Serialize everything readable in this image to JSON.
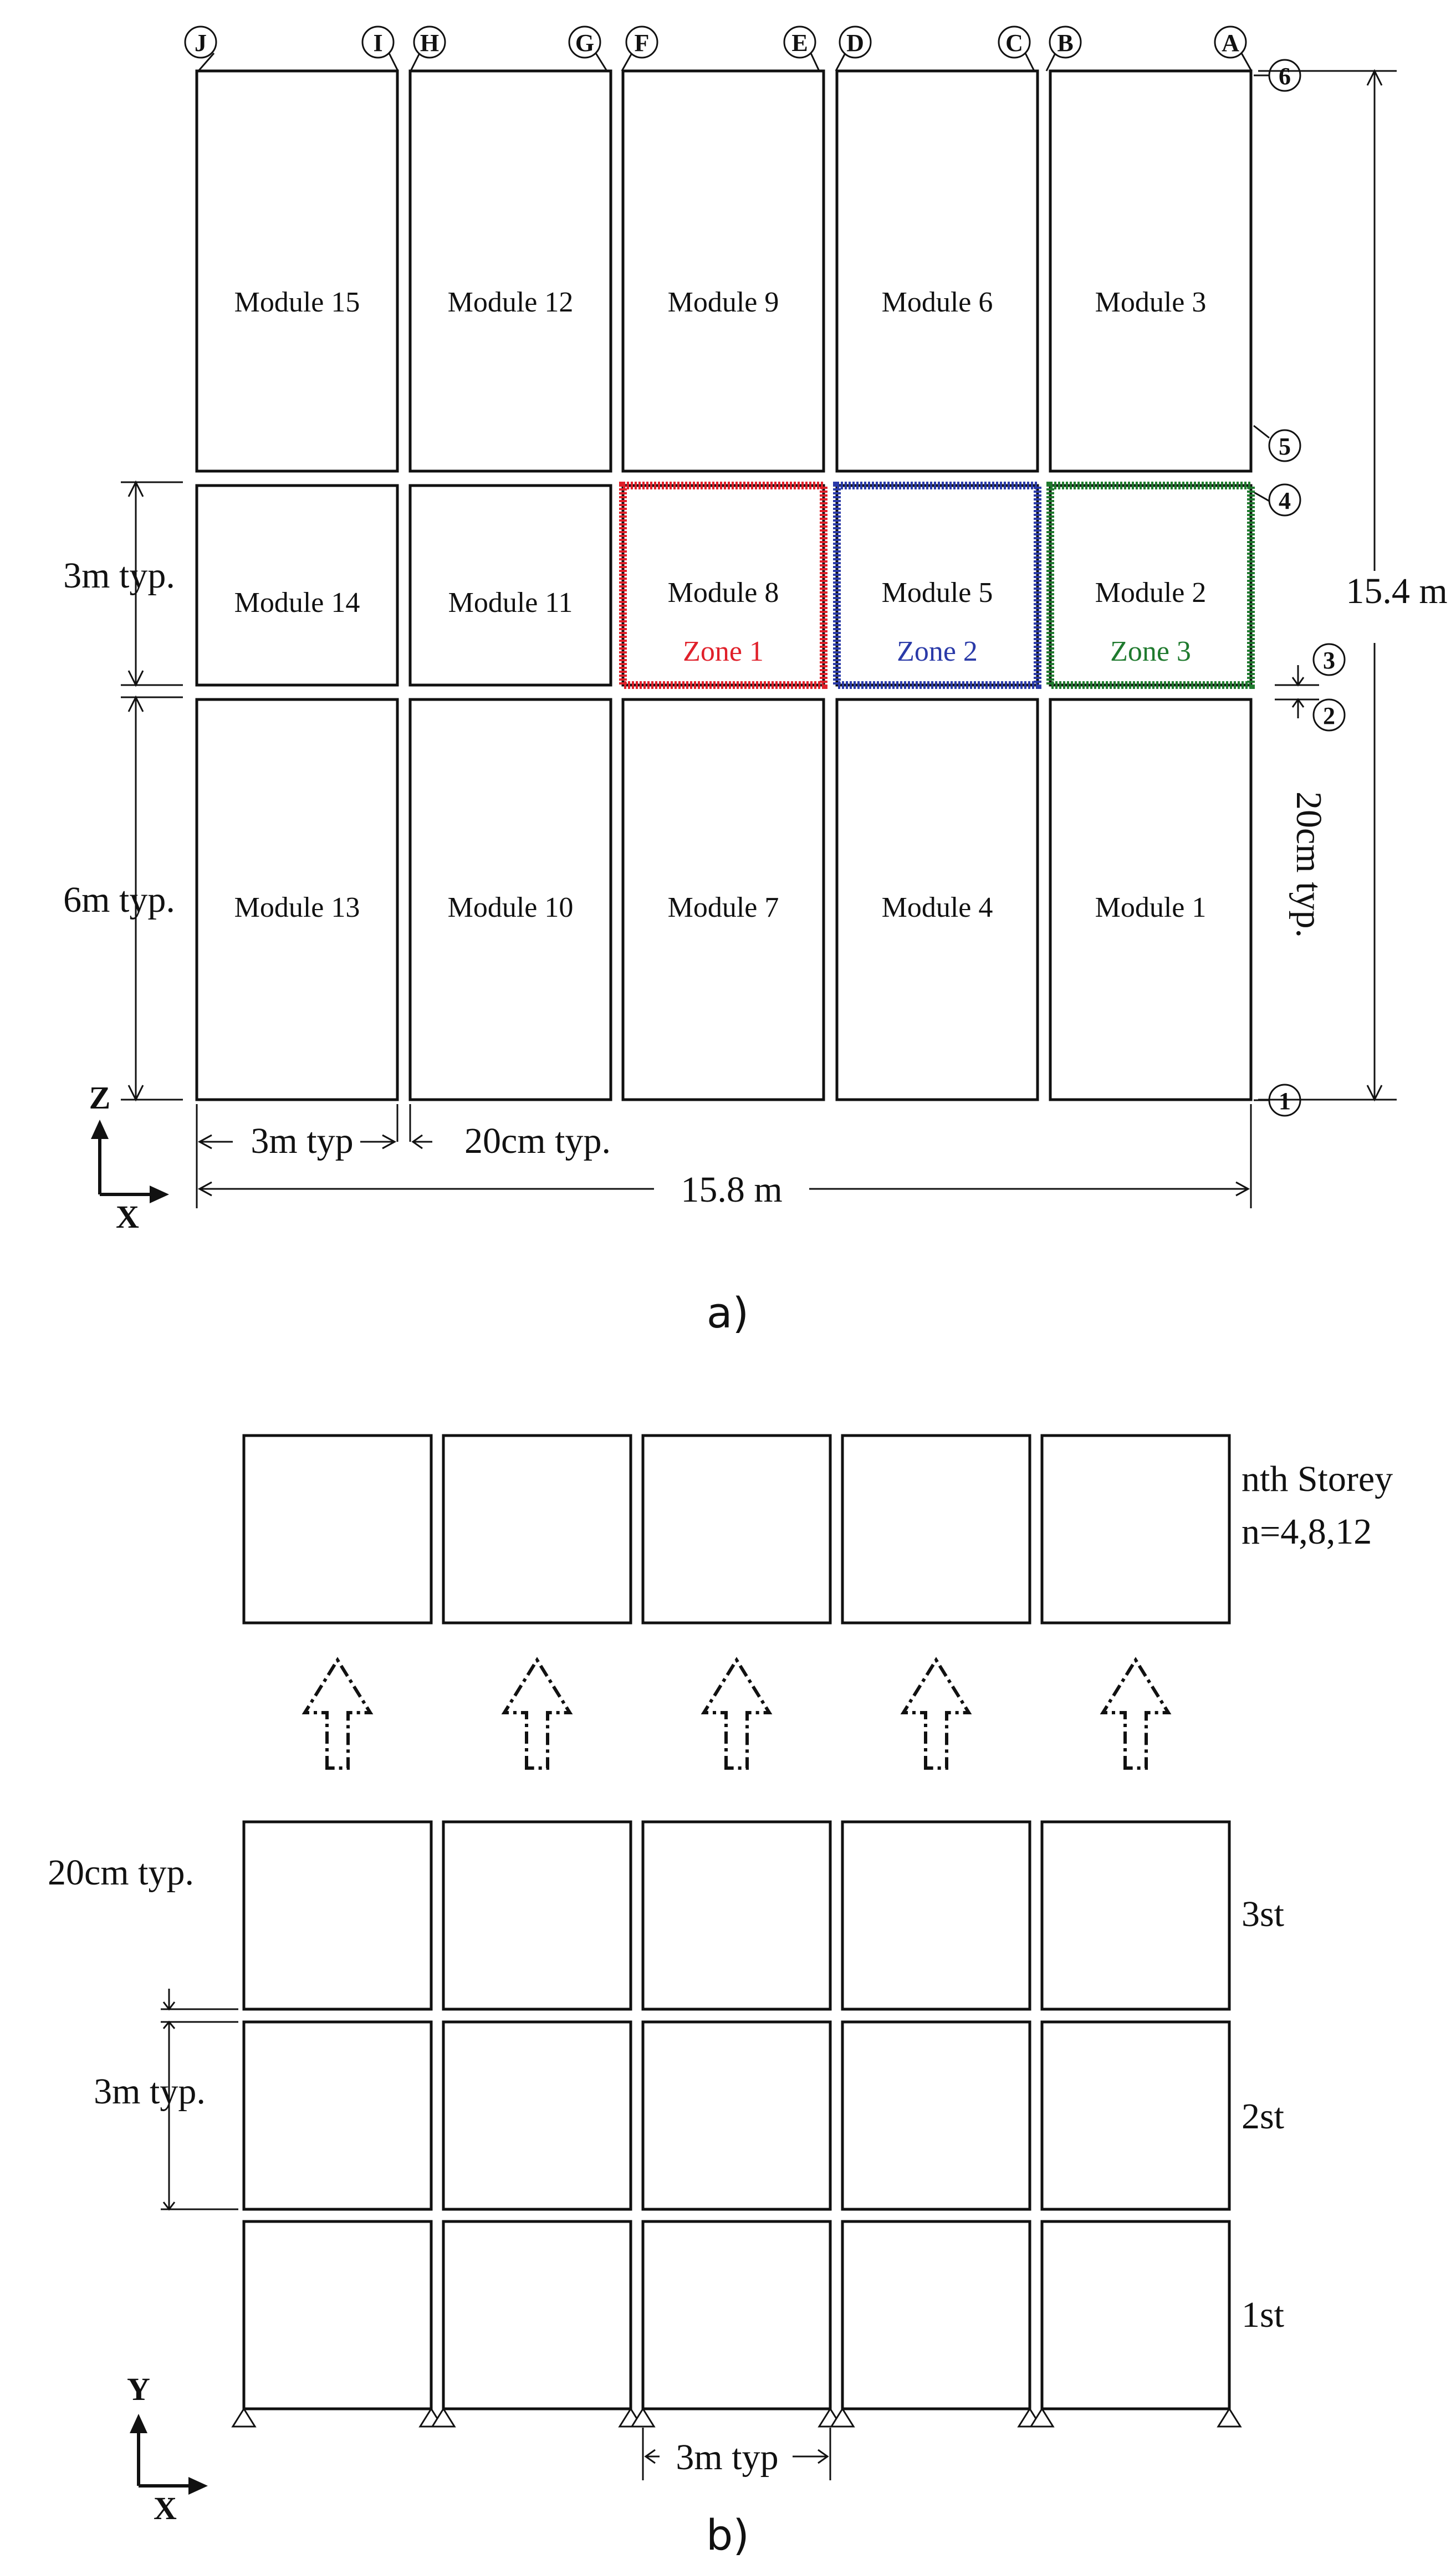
{
  "plan": {
    "grid_letters": [
      "J",
      "I",
      "H",
      "G",
      "F",
      "E",
      "D",
      "C",
      "B",
      "A"
    ],
    "grid_numbers": [
      "6",
      "5",
      "4",
      "3",
      "2",
      "1"
    ],
    "modules": {
      "m15": "Module 15",
      "m12": "Module 12",
      "m9": "Module 9",
      "m6": "Module 6",
      "m3": "Module 3",
      "m14": "Module 14",
      "m11": "Module 11",
      "m8": "Module 8",
      "m5": "Module 5",
      "m2": "Module 2",
      "m13": "Module 13",
      "m10": "Module 10",
      "m7": "Module 7",
      "m4": "Module 4",
      "m1": "Module 1"
    },
    "zones": {
      "z1": "Zone 1",
      "z1_color": "#e0202a",
      "z2": "Zone 2",
      "z2_color": "#2a3aa8",
      "z3": "Zone 3",
      "z3_color": "#1f7a2e"
    },
    "dims": {
      "width_3m": "3m typ.",
      "height_6m": "6m typ.",
      "total_height": "15.4 m",
      "gap_20cm_vertical": "20cm typ.",
      "bay_3m": "3m typ",
      "gap_20cm": "20cm typ.",
      "total_width": "15.8 m"
    },
    "axes": {
      "vertical": "Z",
      "horizontal": "X"
    },
    "caption": "a)"
  },
  "elevation": {
    "storey_labels": {
      "top": "nth Storey",
      "top_sub": "n=4,8,12",
      "s3": "3st",
      "s2": "2st",
      "s1": "1st"
    },
    "dims": {
      "gap": "20cm typ.",
      "height": "3m typ.",
      "bay": "3m typ"
    },
    "axes": {
      "vertical": "Y",
      "horizontal": "X"
    },
    "caption": "b)"
  }
}
